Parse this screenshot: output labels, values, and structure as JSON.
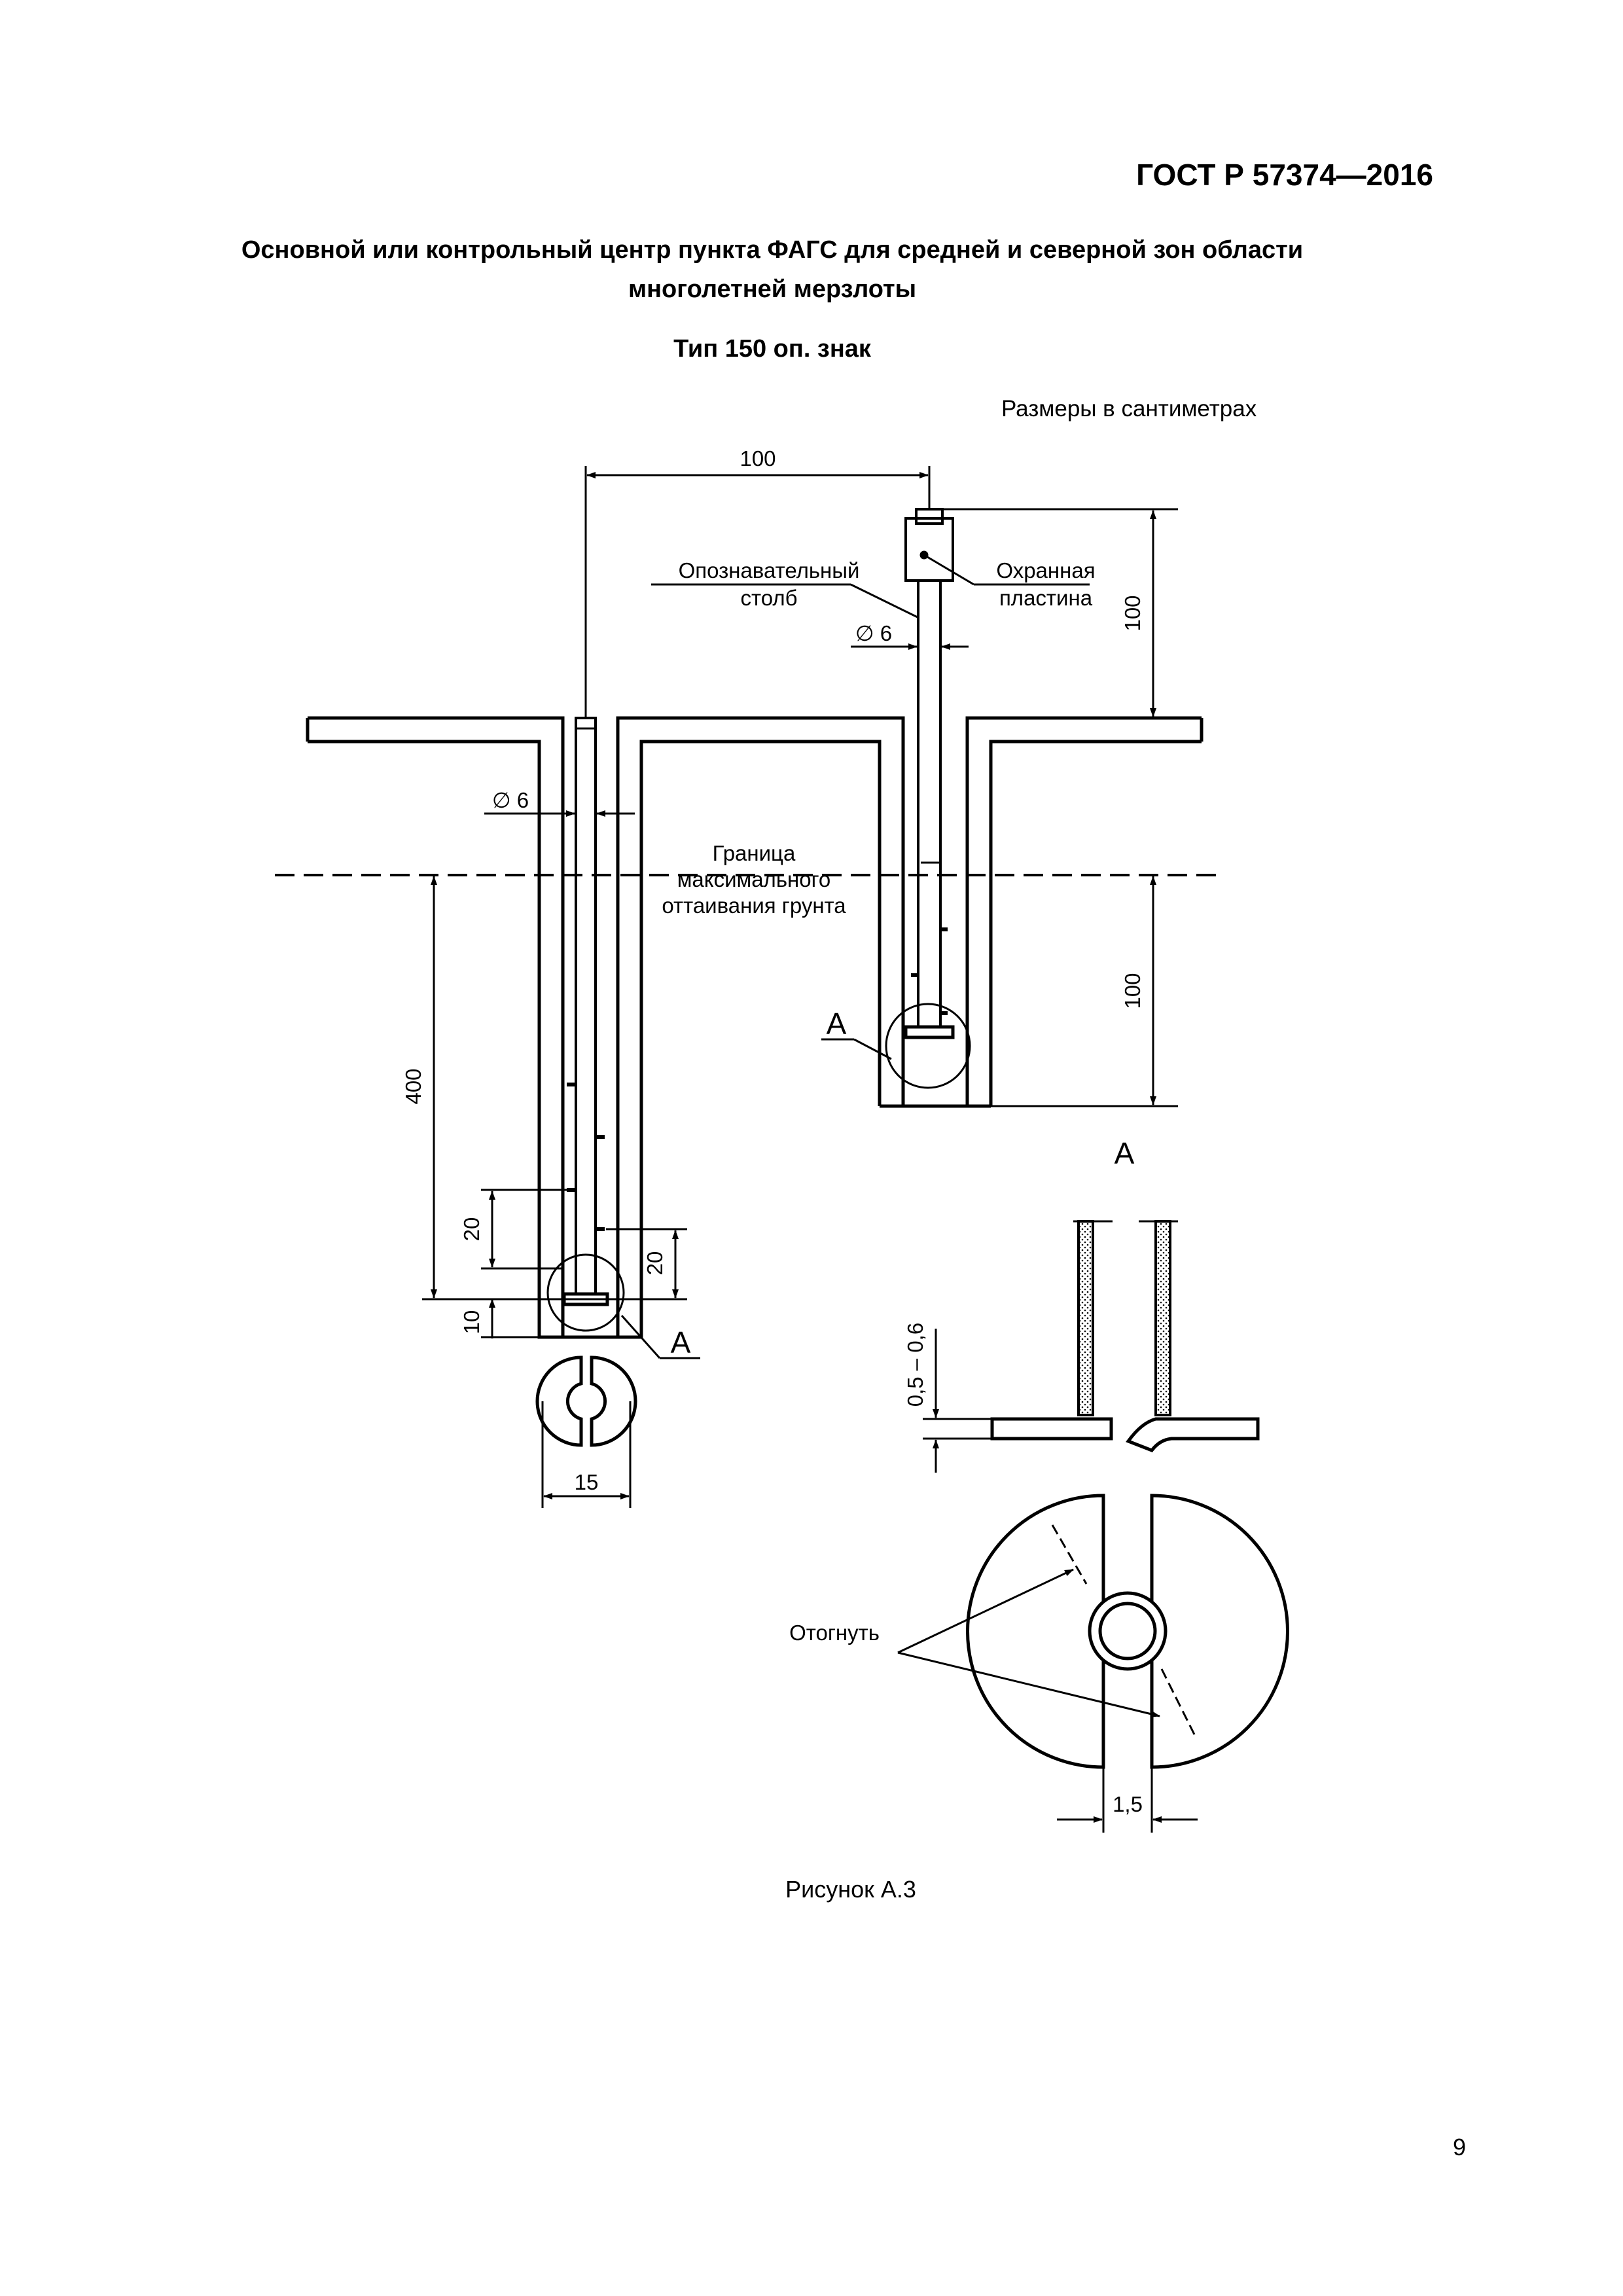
{
  "header": {
    "standard": "ГОСТ Р 57374—2016"
  },
  "title": {
    "line1": "Основной или контрольный центр пункта ФАГС для средней и северной зон области",
    "line2": "многолетней мерзлоты"
  },
  "subtitle": "Тип 150 оп. знак",
  "units_note": "Размеры в сантиметрах",
  "labels": {
    "post_line1": "Опознавательный",
    "post_line2": "столб",
    "plate_line1": "Охранная",
    "plate_line2": "пластина",
    "boundary_line1": "Граница",
    "boundary_line2": "максимального",
    "boundary_line3": "оттаивания грунта",
    "section_a_left": "A",
    "section_a_right": "A",
    "detail_a_title": "A",
    "bend": "Отогнуть"
  },
  "dimensions": {
    "top_spacing": "100",
    "post_height": "100",
    "post_diameter": "∅ 6",
    "pipe_diameter": "∅ 6",
    "depth_right": "100",
    "depth_left": "400",
    "gap_left_20": "20",
    "gap_right_20": "20",
    "bottom_10": "10",
    "disk_width": "15",
    "plate_thickness": "0,5 – 0,6",
    "slot_width": "1,5"
  },
  "caption": "Рисунок А.3",
  "page_number": "9"
}
